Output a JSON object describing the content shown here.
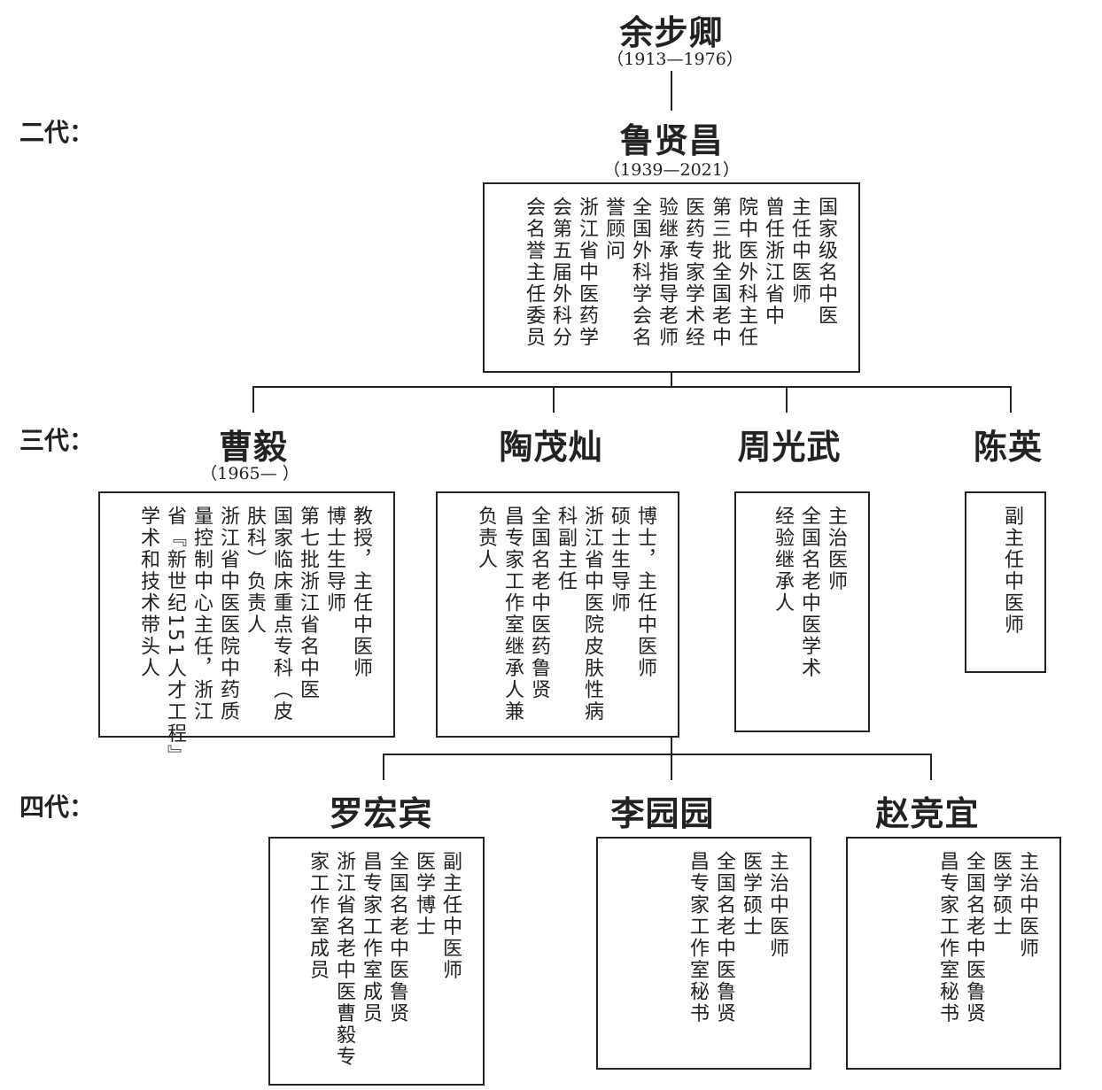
{
  "generation_labels": {
    "second": "二代：",
    "third": "三代：",
    "fourth": "四代："
  },
  "founder": {
    "name": "余步卿",
    "dates": "（1913—1976）"
  },
  "gen2": {
    "name": "鲁贤昌",
    "dates": "（1939—2021）",
    "columns": [
      "国家级名中医",
      "主任中医师",
      "曾任浙江省中",
      "院中医外科主任",
      "第三批全国老中",
      "医药专家学术经",
      "验继承指导老师",
      "全国外科学会名",
      "誉顾问",
      "浙江省中医药学",
      "会第五届外科分",
      "会名誉主任委员"
    ]
  },
  "gen3": [
    {
      "name": "曹毅",
      "dates": "（1965— ）",
      "columns": [
        "教授，主任中医师",
        "博士生导师",
        "第七批浙江省名中医",
        "国家临床重点专科（皮",
        "肤科）负责人",
        "浙江省中医医院中药质",
        "量控制中心主任，浙江",
        "省『新世纪151人才工程』",
        "学术和技术带头人"
      ]
    },
    {
      "name": "陶茂灿",
      "columns": [
        "博士，主任中医师",
        "硕士生导师",
        "浙江省中医院皮肤性病",
        "科副主任",
        "全国名老中医药鲁贤",
        "昌专家工作室继承人兼",
        "负责人"
      ]
    },
    {
      "name": "周光武",
      "columns": [
        "主治医师",
        "全国名老中医学术",
        "经验继承人"
      ]
    },
    {
      "name": "陈英",
      "columns": [
        "副主任中医师"
      ]
    }
  ],
  "gen4": [
    {
      "name": "罗宏宾",
      "columns": [
        "副主任中医师",
        "医学博士",
        "全国名老中医鲁贤",
        "昌专家工作室成员",
        "浙江省名老中医曹毅专",
        "家工作室成员"
      ]
    },
    {
      "name": "李园园",
      "columns": [
        "主治中医师",
        "医学硕士",
        "全国名老中医鲁贤",
        "昌专家工作室秘书"
      ]
    },
    {
      "name": "赵竞宜",
      "columns": [
        "主治中医师",
        "医学硕士",
        "全国名老中医鲁贤",
        "昌专家工作室秘书"
      ]
    }
  ]
}
